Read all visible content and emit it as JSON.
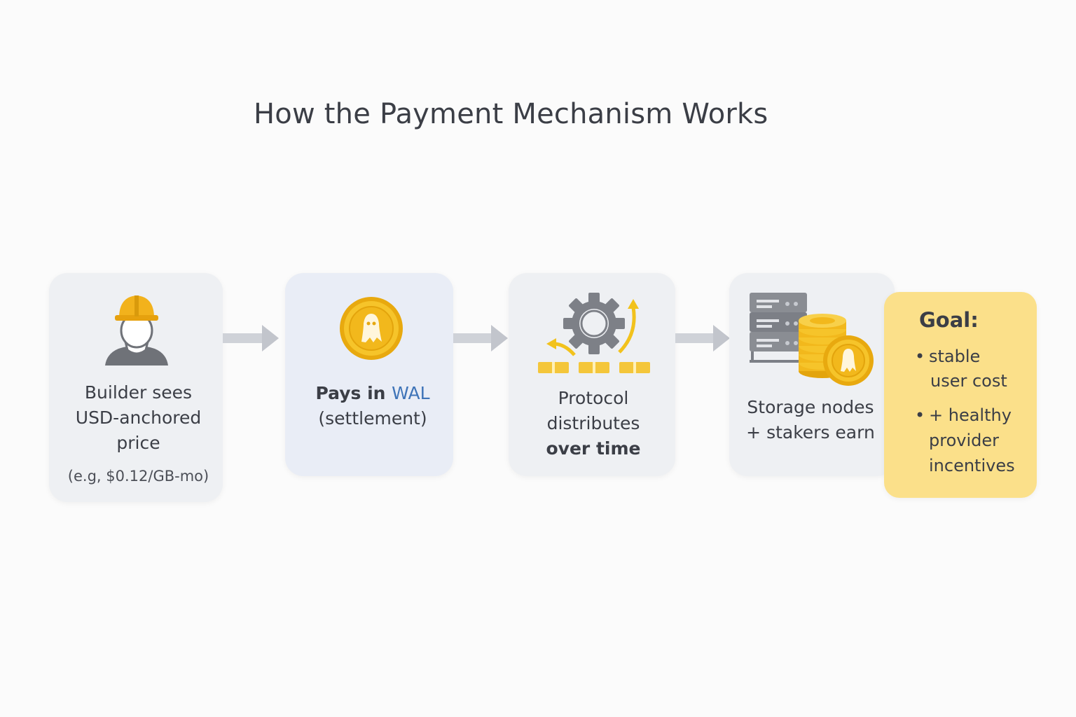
{
  "title": "How the Payment Mechanism Works",
  "steps": [
    {
      "line1": "Builder sees",
      "line2": "USD-anchored",
      "line3": "price",
      "note": "(e.g, $0.12/GB-mo)"
    },
    {
      "prefix": "Pays in ",
      "highlight": "WAL",
      "line2": "(settlement)"
    },
    {
      "line1": "Protocol",
      "line2": "distributes",
      "line3": "over time"
    },
    {
      "line1": "Storage nodes",
      "line2": "+ stakers earn"
    }
  ],
  "goal": {
    "title": "Goal:",
    "items": [
      {
        "bullet": "•",
        "line1": "stable",
        "line2": "user cost"
      },
      {
        "bullet": "•",
        "line1": "+ healthy",
        "line2": "provider",
        "line3": "incentives"
      }
    ]
  },
  "colors": {
    "accent": "#3f74b8",
    "gold": "#f2c21c",
    "goal_bg": "#fbe08a",
    "card_bg": "#eef0f3"
  }
}
